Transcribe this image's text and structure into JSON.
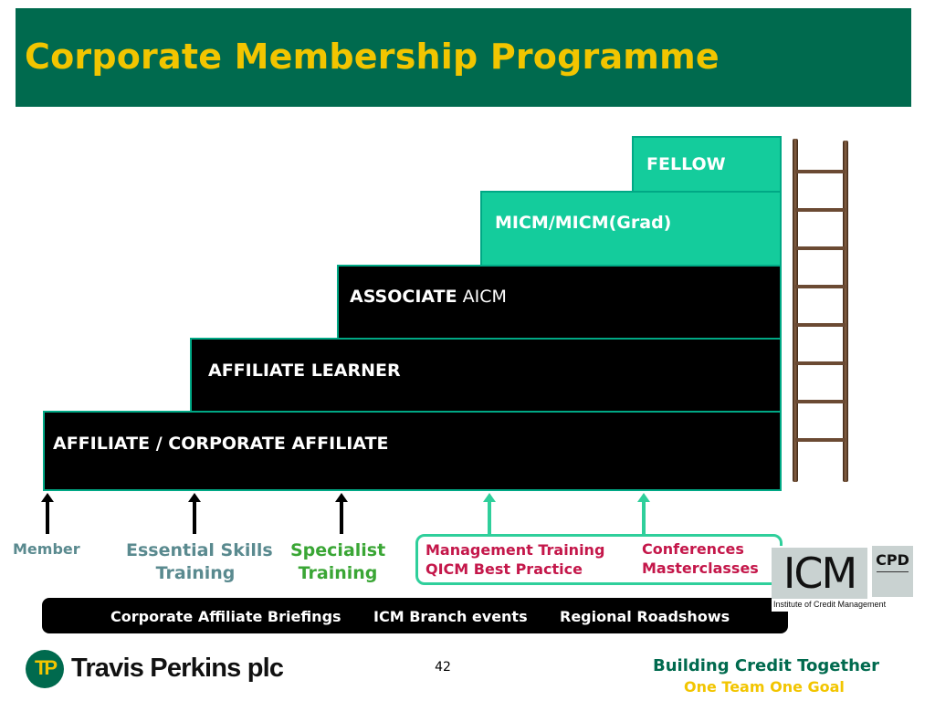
{
  "slide": {
    "title": "Corporate Membership Programme",
    "page_number": "42"
  },
  "steps": [
    {
      "label_bold": "AFFILIATE / CORPORATE AFFILIATE",
      "label_light": ""
    },
    {
      "label_bold": "AFFILIATE LEARNER",
      "label_light": ""
    },
    {
      "label_bold": "ASSOCIATE",
      "label_light": " AICM"
    },
    {
      "label_bold": "MICM/MICM(Grad)",
      "label_light": ""
    },
    {
      "label_bold": "FELLOW",
      "label_light": ""
    }
  ],
  "categories": [
    {
      "line1": "Member",
      "line2": ""
    },
    {
      "line1": "Essential Skills",
      "line2": "Training"
    },
    {
      "line1": "Specialist",
      "line2": "Training"
    }
  ],
  "management_box": {
    "left_line1": "Management Training",
    "left_line2": "QICM Best Practice",
    "right_line1": "Conferences",
    "right_line2": "Masterclasses"
  },
  "bottom_bar": {
    "items": [
      "Corporate Affiliate Briefings",
      "ICM Branch events",
      "Regional Roadshows"
    ]
  },
  "logos": {
    "icm_letters": "ICM",
    "icm_caption": "Institute of Credit Management",
    "cpd": "CPD",
    "tp_monogram": "TP",
    "tp_name": "Travis Perkins plc"
  },
  "slogan": {
    "line1": "Building Credit Together",
    "line2": "One Team One Goal"
  },
  "colors": {
    "header_green": "#006a4e",
    "title_yellow": "#f2c500",
    "teal": "#14cc9c",
    "step_border": "#00a885",
    "magenta": "#c4174a",
    "slate": "#5a8a8f",
    "specialist_green": "#3aa635"
  }
}
